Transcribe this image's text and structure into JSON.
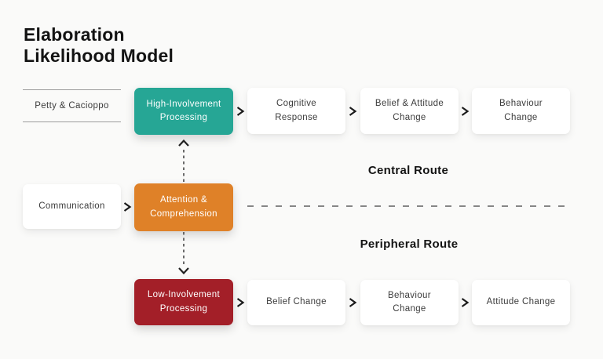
{
  "page": {
    "background": "#fafaf9"
  },
  "title": {
    "lines": [
      "Elaboration",
      "Likelihood Model"
    ]
  },
  "attribution": {
    "lines": [
      "Petty & Cacioppo"
    ]
  },
  "input": {
    "lines": [
      "Communication"
    ]
  },
  "gateway": {
    "lines": [
      "Attention &",
      "Comprehension"
    ],
    "color": "#df8128"
  },
  "central_route": {
    "label": "Central Route",
    "process": {
      "lines": [
        "High-Involvement",
        "Processing"
      ],
      "color": "#26a695"
    },
    "steps": [
      {
        "lines": [
          "Cognitive",
          "Response"
        ]
      },
      {
        "lines": [
          "Belief & Attitude",
          "Change"
        ]
      },
      {
        "lines": [
          "Behaviour",
          "Change"
        ]
      }
    ]
  },
  "peripheral_route": {
    "label": "Peripheral Route",
    "process": {
      "lines": [
        "Low-Involvement",
        "Processing"
      ],
      "color": "#a31f28"
    },
    "steps": [
      {
        "lines": [
          "Belief Change"
        ]
      },
      {
        "lines": [
          "Behaviour",
          "Change"
        ]
      },
      {
        "lines": [
          "Attitude Change"
        ]
      }
    ]
  },
  "icons": {
    "flow_arrow": "chevron-right-icon",
    "up_arrow": "dashed-arrow-up-icon",
    "down_arrow": "dashed-arrow-down-icon",
    "divider": "route-divider-dashed-line"
  },
  "style_colors": {
    "divider_dash": "#868686",
    "arrow_head": "#222222",
    "arrow_dash": "#5a5a5a",
    "text_dark": "#131313"
  }
}
